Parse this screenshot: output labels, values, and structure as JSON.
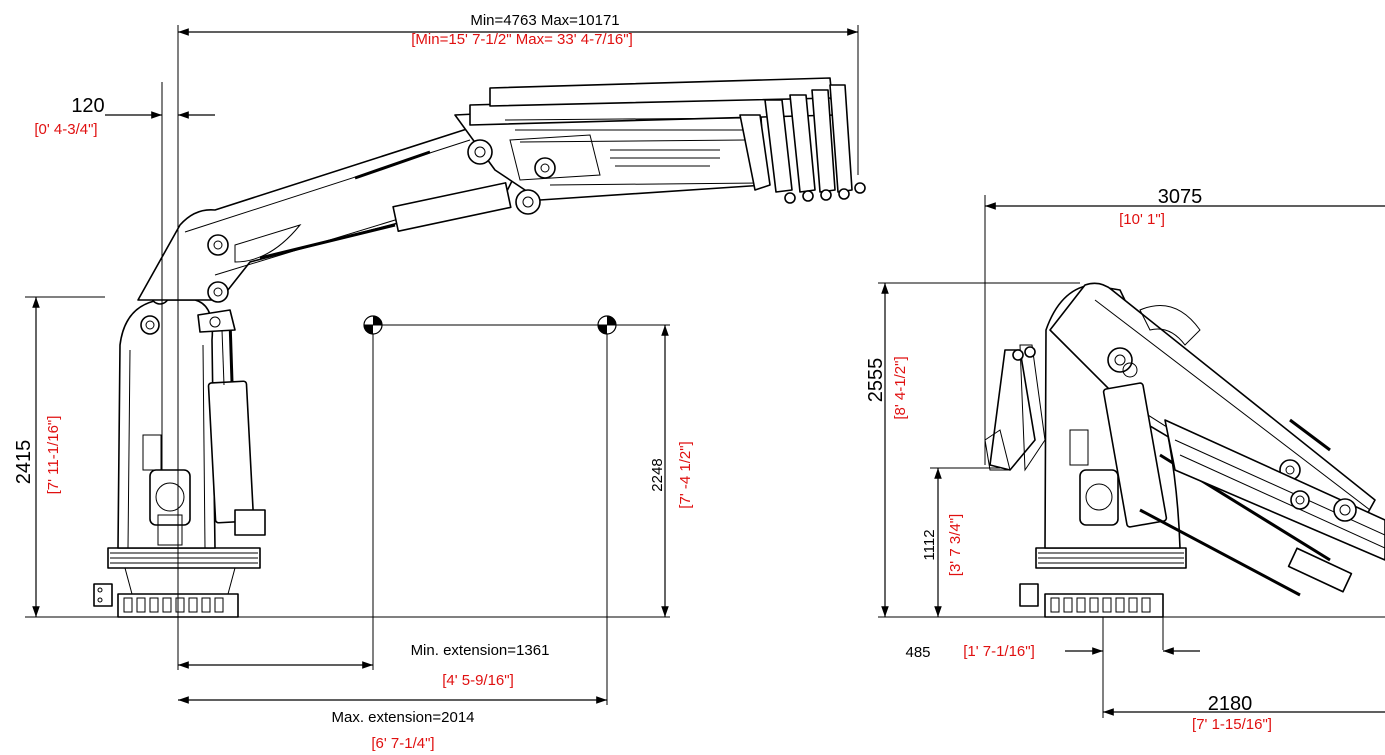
{
  "colors": {
    "metric": "#000000",
    "imperial": "#e01010"
  },
  "side_view": {
    "reach_metric": "Min=4763 Max=10171",
    "reach_imperial": "[Min=15' 7-1/2\" Max= 33'  4-7/16\"]",
    "offset_metric": "120",
    "offset_imperial": "[0' 4-3/4\"]",
    "height_metric": "2415",
    "height_imperial": "[7' 11-1/16\"]",
    "outrigger_height_metric": "2248",
    "outrigger_height_imperial": "[7' -4 1/2\"]",
    "min_ext_metric": "Min. extension=1361",
    "min_ext_imperial": "[4' 5-9/16\"]",
    "max_ext_metric": "Max. extension=2014",
    "max_ext_imperial": "[6' 7-1/4\"]"
  },
  "folded_view": {
    "width_metric": "3075",
    "width_imperial": "[10' 1\"]",
    "height_metric": "2555",
    "height_imperial": "[8' 4-1/2\"]",
    "low_height_metric": "1112",
    "low_height_imperial": "[3' 7 3/4\"]",
    "base_offset_metric": "485",
    "base_offset_imperial": "[1' 7-1/16\"]",
    "depth_metric": "2180",
    "depth_imperial": "[7' 1-15/16\"]"
  }
}
